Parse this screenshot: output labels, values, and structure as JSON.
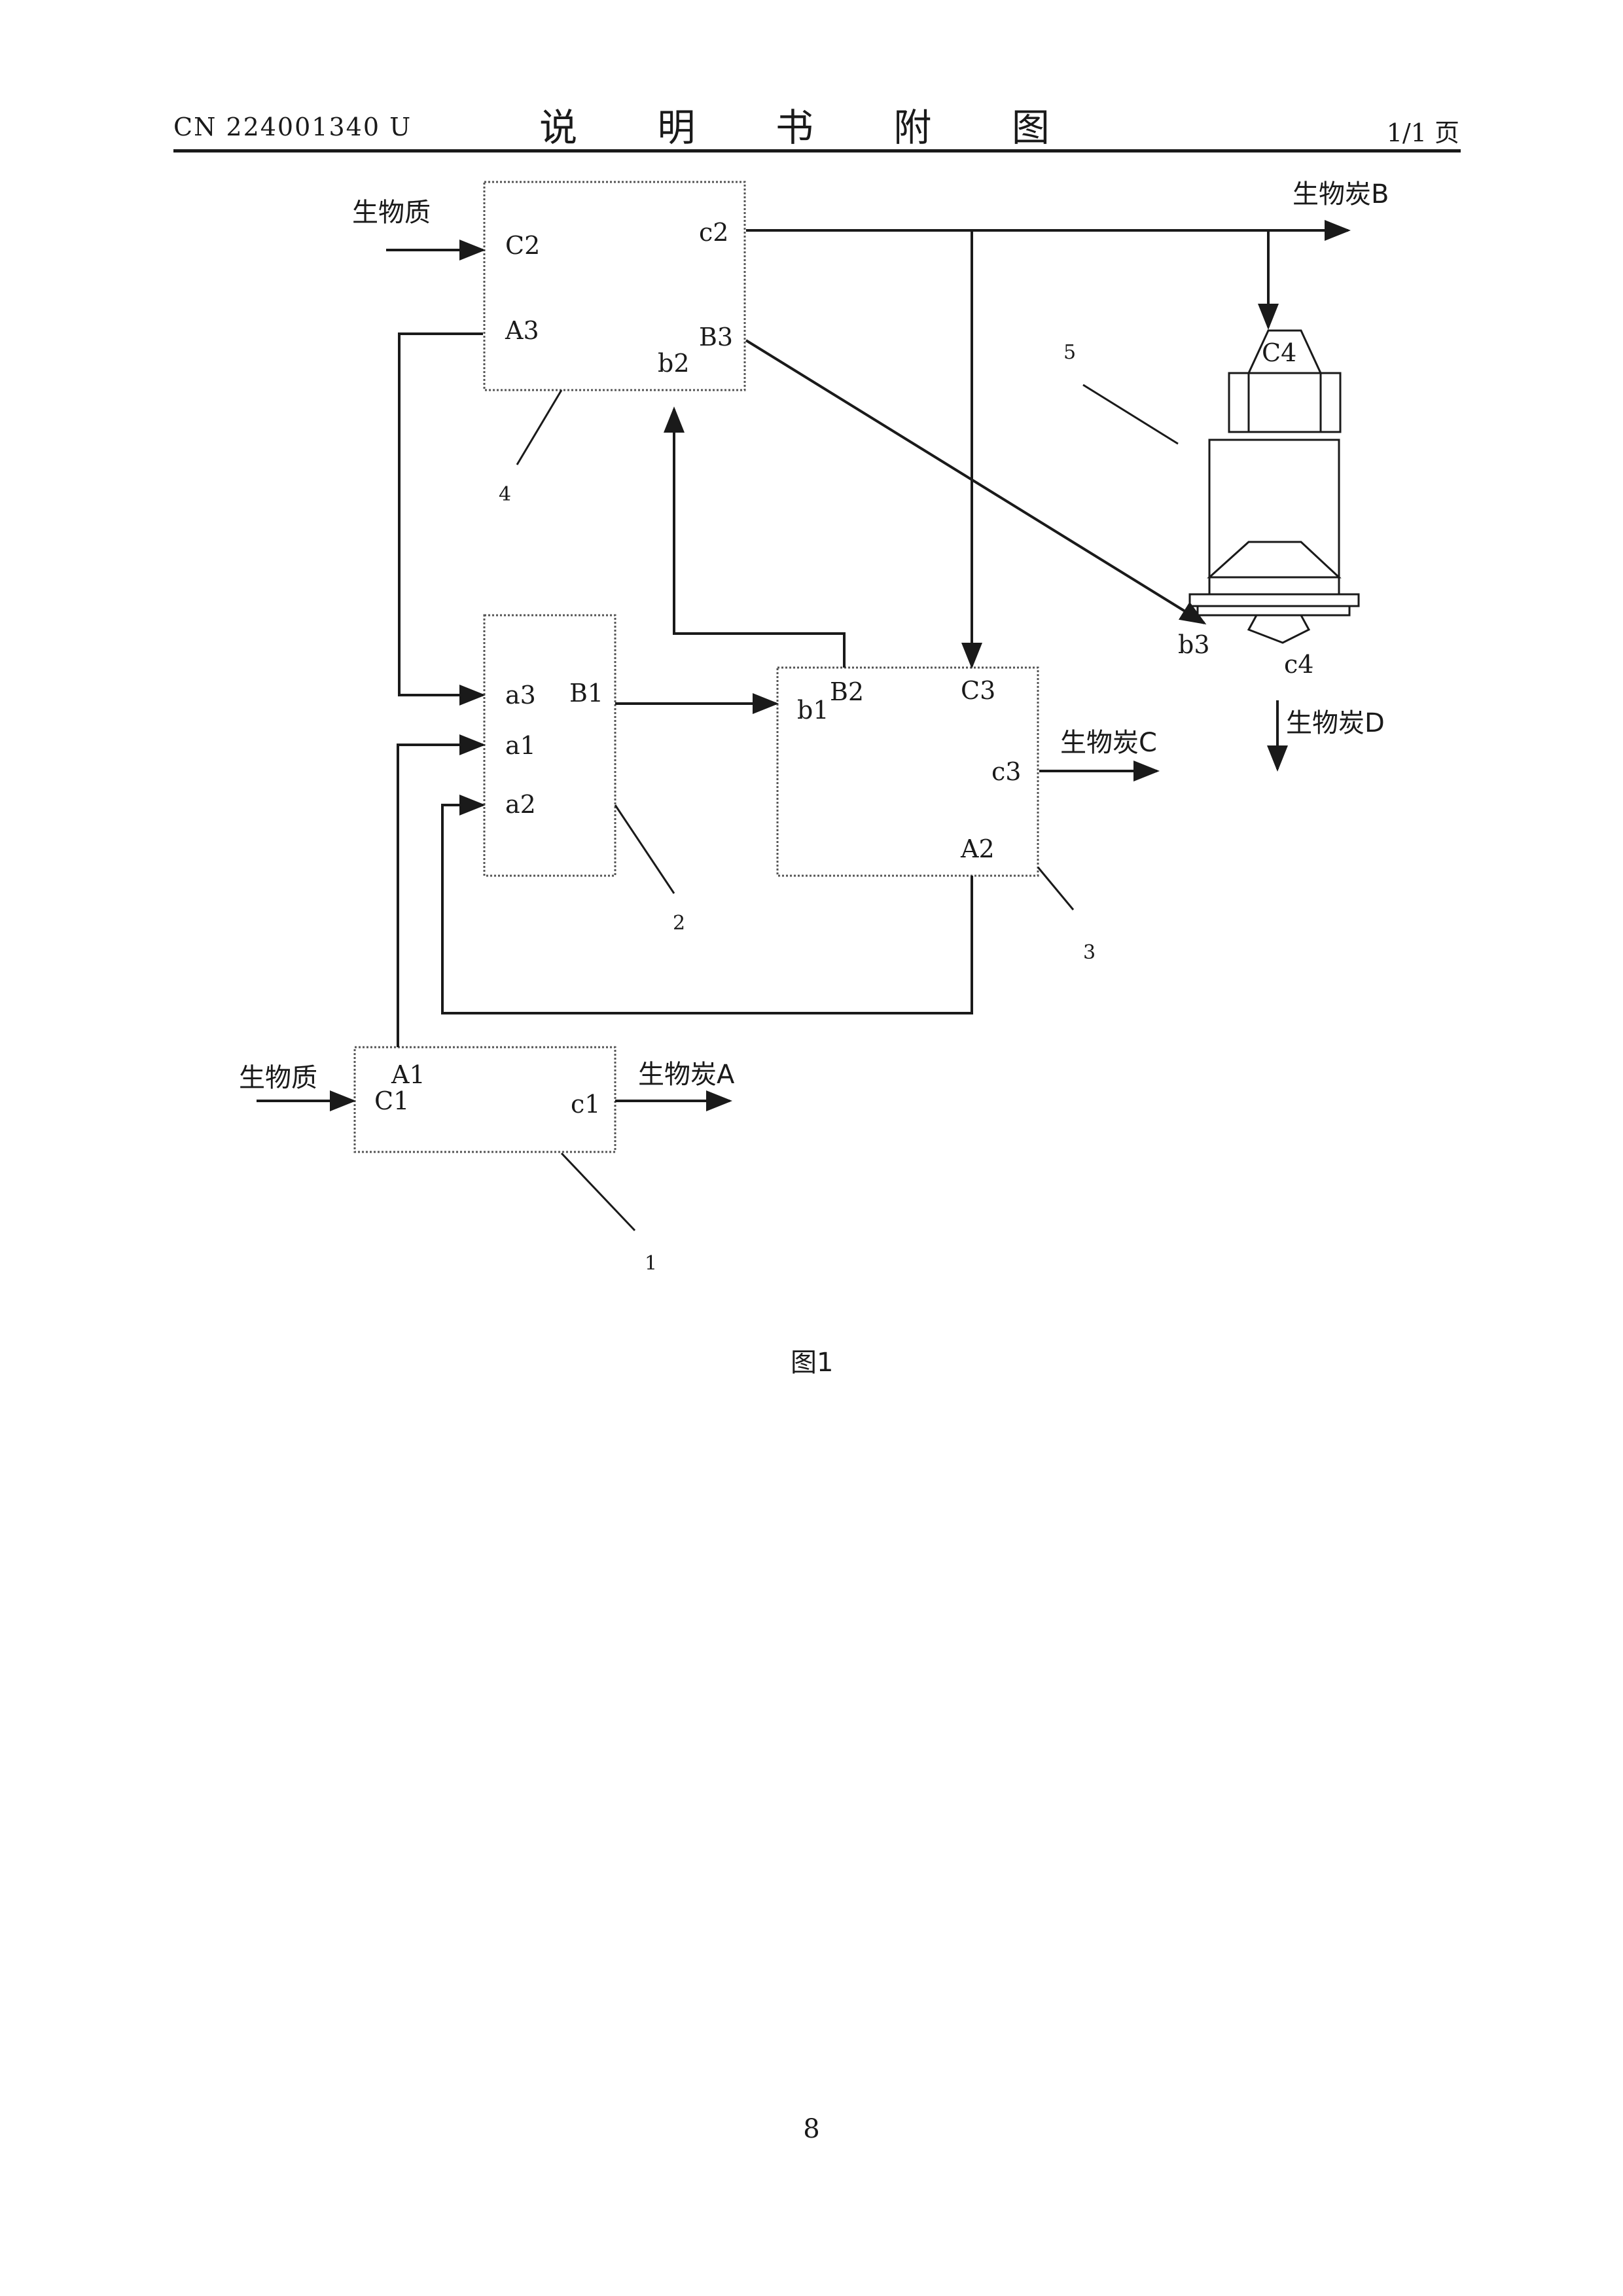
{
  "header": {
    "doc_number": "CN 224001340 U",
    "title": "说 明 书 附 图",
    "page_of": "1/1 页"
  },
  "figure": {
    "caption": "图1",
    "inputs": {
      "biomass_top": "生物质",
      "biomass_bottom": "生物质"
    },
    "outputs": {
      "biochar_a": "生物炭A",
      "biochar_b": "生物炭B",
      "biochar_c": "生物炭C",
      "biochar_d": "生物炭D"
    },
    "units": [
      {
        "ref": "1",
        "ports": {
          "A1": "A1",
          "C1": "C1",
          "c1": "c1"
        }
      },
      {
        "ref": "2",
        "ports": {
          "a3": "a3",
          "a1": "a1",
          "a2": "a2",
          "B1": "B1"
        }
      },
      {
        "ref": "3",
        "ports": {
          "b1": "b1",
          "B2": "B2",
          "C3": "C3",
          "c3": "c3",
          "A2": "A2"
        }
      },
      {
        "ref": "4",
        "ports": {
          "C2": "C2",
          "c2": "c2",
          "A3": "A3",
          "b2": "b2",
          "B3": "B3"
        }
      },
      {
        "ref": "5",
        "ports": {
          "C4": "C4",
          "b3": "b3",
          "c4": "c4"
        }
      }
    ]
  },
  "footer": {
    "page_number": "8"
  }
}
